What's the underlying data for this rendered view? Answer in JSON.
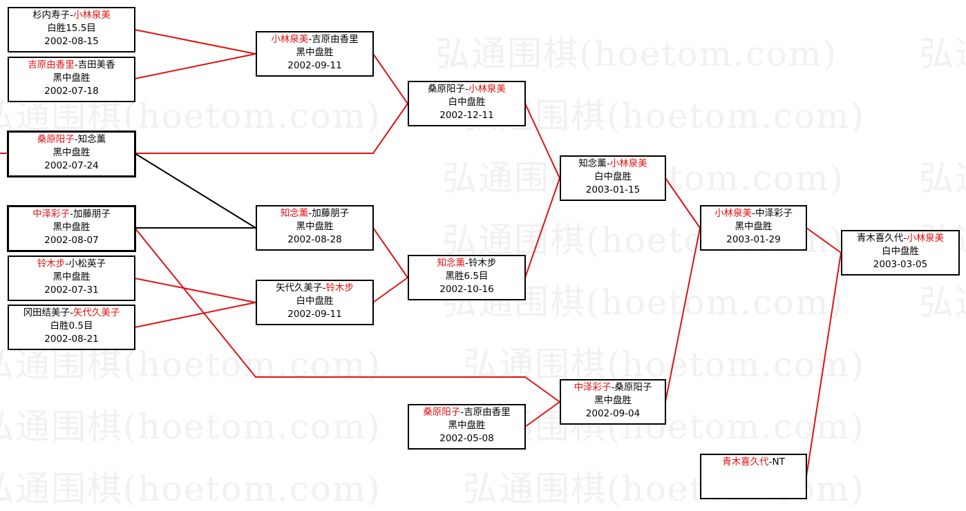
{
  "watermark": "弘通围棋(hoetom.com)",
  "colors": {
    "winner": "#e01010",
    "line_red": "#e01010",
    "line_black": "#000000"
  },
  "games": [
    {
      "id": "g1",
      "p1": "杉内寿子",
      "p2": "小林泉美",
      "winner": 2,
      "result": "白胜15.5目",
      "date": "2002-08-15"
    },
    {
      "id": "g2",
      "p1": "吉原由香里",
      "p2": "吉田美香",
      "winner": 1,
      "result": "黑中盘胜",
      "date": "2002-07-18"
    },
    {
      "id": "g3",
      "p1": "桑原阳子",
      "p2": "知念薰",
      "winner": 1,
      "result": "黑中盘胜",
      "date": "2002-07-24"
    },
    {
      "id": "g4",
      "p1": "中泽彩子",
      "p2": "加藤朋子",
      "winner": 1,
      "result": "黑中盘胜",
      "date": "2002-08-07"
    },
    {
      "id": "g5",
      "p1": "铃木步",
      "p2": "小松英子",
      "winner": 1,
      "result": "黑中盘胜",
      "date": "2002-07-31"
    },
    {
      "id": "g6",
      "p1": "冈田结美子",
      "p2": "矢代久美子",
      "winner": 2,
      "result": "白胜0.5目",
      "date": "2002-08-21"
    },
    {
      "id": "g7",
      "p1": "小林泉美",
      "p2": "吉原由香里",
      "winner": 1,
      "result": "黑中盘胜",
      "date": "2002-09-11"
    },
    {
      "id": "g8",
      "p1": "知念薰",
      "p2": "加藤朋子",
      "winner": 1,
      "result": "黑中盘胜",
      "date": "2002-08-28"
    },
    {
      "id": "g9",
      "p1": "矢代久美子",
      "p2": "铃木步",
      "winner": 2,
      "result": "白中盘胜",
      "date": "2002-09-11"
    },
    {
      "id": "g10",
      "p1": "桑原阳子",
      "p2": "小林泉美",
      "winner": 2,
      "result": "白中盘胜",
      "date": "2002-12-11"
    },
    {
      "id": "g11",
      "p1": "知念薰",
      "p2": "铃木步",
      "winner": 1,
      "result": "黑胜6.5目",
      "date": "2002-10-16"
    },
    {
      "id": "g12",
      "p1": "桑原阳子",
      "p2": "吉原由香里",
      "winner": 1,
      "result": "黑中盘胜",
      "date": "2002-05-08"
    },
    {
      "id": "g13",
      "p1": "知念薰",
      "p2": "小林泉美",
      "winner": 2,
      "result": "白中盘胜",
      "date": "2003-01-15"
    },
    {
      "id": "g14",
      "p1": "中泽彩子",
      "p2": "桑原阳子",
      "winner": 1,
      "result": "黑中盘胜",
      "date": "2002-09-04"
    },
    {
      "id": "g15",
      "p1": "小林泉美",
      "p2": "中泽彩子",
      "winner": 1,
      "result": "黑中盘胜",
      "date": "2003-01-29"
    },
    {
      "id": "g16",
      "p1": "青木喜久代",
      "p2": "NT",
      "winner": 1,
      "result": "",
      "date": ""
    },
    {
      "id": "g17",
      "p1": "青木喜久代",
      "p2": "小林泉美",
      "winner": 2,
      "result": "白中盘胜",
      "date": "2003-03-05"
    }
  ]
}
